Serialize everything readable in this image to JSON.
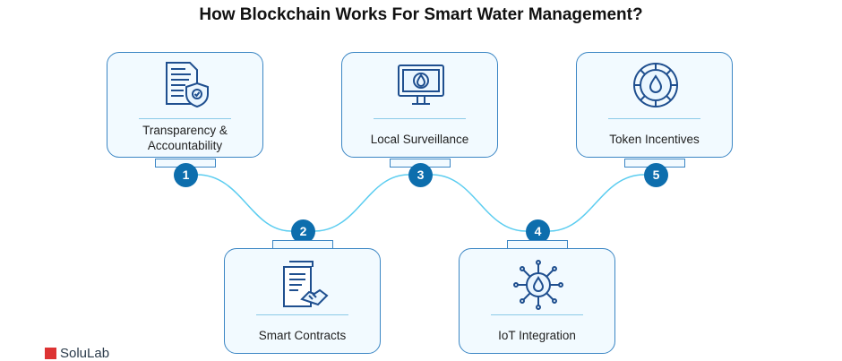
{
  "title": "How Blockchain Works For Smart Water Management?",
  "steps": [
    {
      "number": "1",
      "label": "Transparency & Accountability",
      "icon": "document-shield-icon"
    },
    {
      "number": "2",
      "label": "Smart Contracts",
      "icon": "contract-handshake-icon"
    },
    {
      "number": "3",
      "label": "Local Surveillance",
      "icon": "monitor-water-drop-icon"
    },
    {
      "number": "4",
      "label": "IoT Integration",
      "icon": "iot-water-drop-icon"
    },
    {
      "number": "5",
      "label": "Token Incentives",
      "icon": "token-water-drop-icon"
    }
  ],
  "logo": "SoluLab",
  "colors": {
    "card_border": "#3b86c4",
    "card_fill": "#f2faff",
    "badge": "#0d6ead",
    "connector": "#5ccdf0"
  }
}
